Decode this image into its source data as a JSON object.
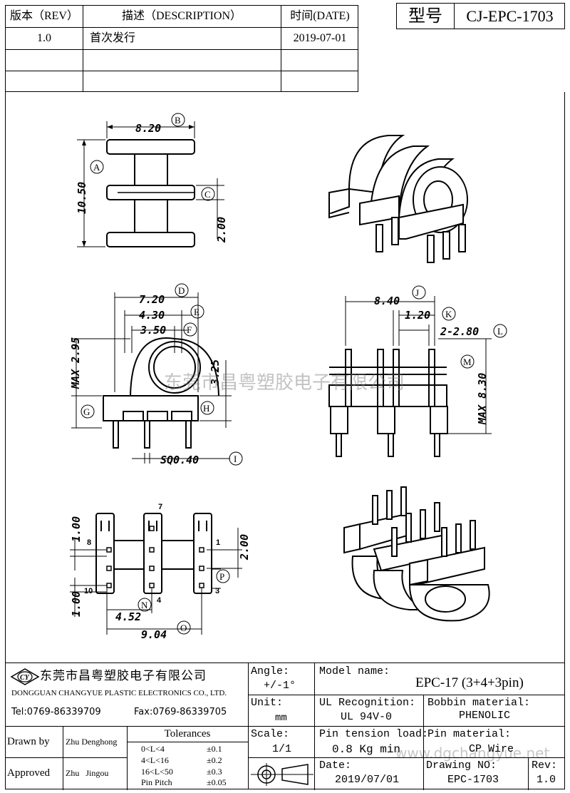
{
  "revision_table": {
    "headers": {
      "rev": "版本（REV）",
      "description": "描述（DESCRIPTION）",
      "date": "时间(DATE)"
    },
    "rows": [
      {
        "rev": "1.0",
        "description": "首次发行",
        "date": "2019-07-01"
      }
    ]
  },
  "model_box": {
    "label": "型号",
    "value": "CJ-EPC-1703"
  },
  "top_view": {
    "dim_b": "8.20",
    "dim_a": "10.50",
    "dim_c": "2.00",
    "tag_a": "A",
    "tag_b": "B",
    "tag_c": "C"
  },
  "front_view": {
    "dim_d": "7.20",
    "dim_e": "4.30",
    "dim_f": "3.50",
    "dim_max": "MAX 2.95",
    "dim_h": "3.25",
    "dim_i": "SQ0.40",
    "tag_d": "D",
    "tag_e": "E",
    "tag_f": "F",
    "tag_g": "G",
    "tag_h": "H",
    "tag_i": "I"
  },
  "side_view": {
    "dim_j": "8.40",
    "dim_k": "1.20",
    "dim_l": "2-2.80",
    "dim_max": "MAX 8.30",
    "tag_j": "J",
    "tag_k": "K",
    "tag_l": "L",
    "tag_m": "M"
  },
  "bottom_view": {
    "dim_top": "1.00",
    "dim_bottom": "1.00",
    "dim_right": "2.00",
    "dim_n": "4.52",
    "dim_o": "9.04",
    "pin_7": "7",
    "pin_8": "8",
    "pin_1": "1",
    "pin_10": "10",
    "pin_4": "4",
    "pin_3": "3",
    "tag_n": "N",
    "tag_o": "O",
    "tag_p": "P"
  },
  "watermark": {
    "text": "东莞市昌粤塑胶电子有限公司",
    "url": "www.dgchangyue.net"
  },
  "title_block": {
    "company_cn": "东莞市昌粤塑胶电子有限公司",
    "company_en": "DONGGUAN CHANGYUE PLASTIC ELECTRONICS CO., LTD.",
    "logo_text": "CY",
    "tel": "Tel:0769-86339709",
    "fax": "Fax:0769-86339705",
    "drawn_by_label": "Drawn by",
    "drawn_by": "Zhu Denghong",
    "approved_label": "Approved",
    "approved_by": "Zhu   Jingou",
    "tolerances": {
      "label": "Tolerances",
      "rows": [
        {
          "range": "0<L<4",
          "value": "±0.1"
        },
        {
          "range": "4<L<16",
          "value": "±0.2"
        },
        {
          "range": "16<L<50",
          "value": "±0.3"
        },
        {
          "range": "Pin Pitch",
          "value": "±0.05"
        }
      ]
    },
    "angle_label": "Angle:",
    "angle_value": "+/-1°",
    "unit_label": "Unit:",
    "unit_value": "mm",
    "scale_label": "Scale:",
    "scale_value": "1/1",
    "model_name_label": "Model name:",
    "model_name": "EPC-17 (3+4+3pin)",
    "ul_label": "UL Recognition:",
    "ul_value": "UL 94V-0",
    "bobbin_label": "Bobbin material:",
    "bobbin_value": "PHENOLIC",
    "pin_tension_label": "Pin tension load:",
    "pin_tension_value": "0.8 Kg min",
    "pin_material_label": "Pin material:",
    "pin_material_value": "CP Wire",
    "date_label": "Date:",
    "date_value": "2019/07/01",
    "drawing_no_label": "Drawing NO:",
    "drawing_no_value": "EPC-1703",
    "rev_label": "Rev:",
    "rev_value": "1.0"
  }
}
